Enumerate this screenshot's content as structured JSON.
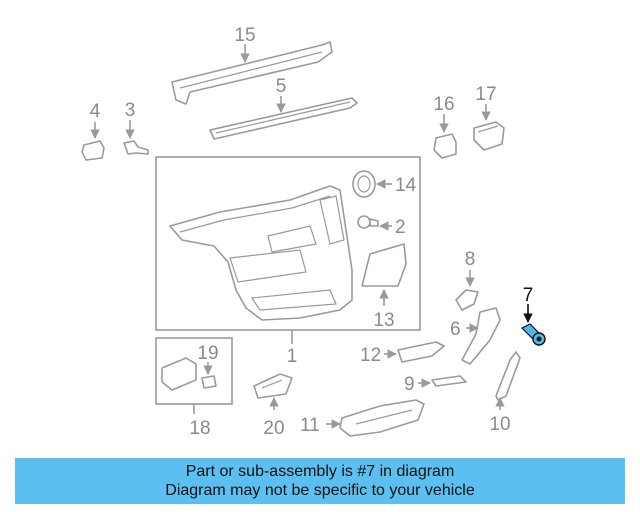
{
  "callouts": {
    "c1": "1",
    "c2": "2",
    "c3": "3",
    "c4": "4",
    "c5": "5",
    "c6": "6",
    "c7": "7",
    "c8": "8",
    "c9": "9",
    "c10": "10",
    "c11": "11",
    "c12": "12",
    "c13": "13",
    "c14": "14",
    "c15": "15",
    "c16": "16",
    "c17": "17",
    "c18": "18",
    "c19": "19",
    "c20": "20"
  },
  "highlight": {
    "part": "7",
    "color": "#4fb8ea"
  },
  "banner": {
    "line1": "Part or sub-assembly is #7 in diagram",
    "line2": "Diagram may not be specific to your vehicle",
    "color": "#5bc0f0"
  }
}
